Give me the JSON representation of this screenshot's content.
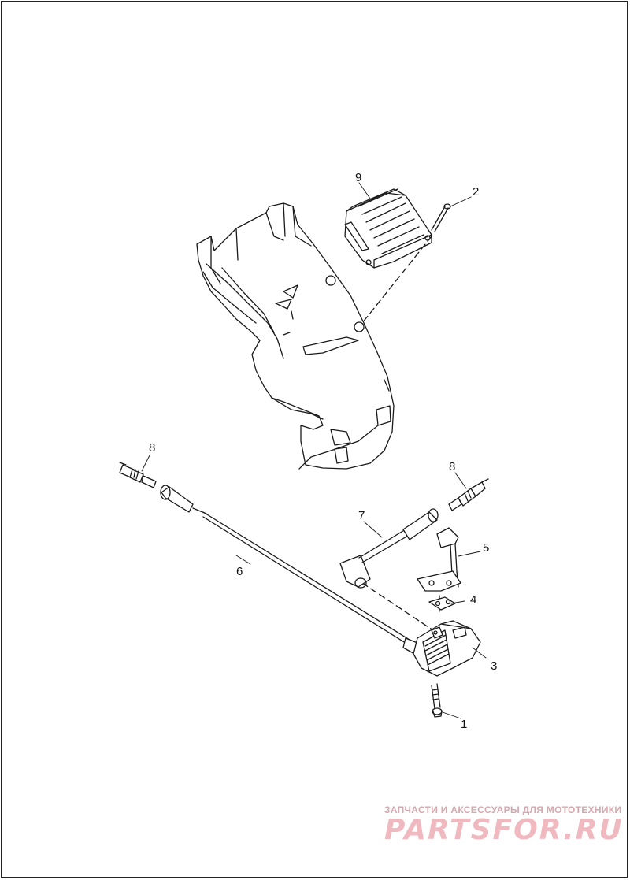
{
  "callouts": [
    {
      "id": "callout-1",
      "label": "1"
    },
    {
      "id": "callout-2",
      "label": "2"
    },
    {
      "id": "callout-3",
      "label": "3"
    },
    {
      "id": "callout-4",
      "label": "4"
    },
    {
      "id": "callout-5",
      "label": "5"
    },
    {
      "id": "callout-6",
      "label": "6"
    },
    {
      "id": "callout-7",
      "label": "7"
    },
    {
      "id": "callout-8a",
      "label": "8"
    },
    {
      "id": "callout-8b",
      "label": "8"
    },
    {
      "id": "callout-9",
      "label": "9"
    }
  ],
  "watermark": {
    "subtitle": "ЗАПЧАСТИ И АКСЕССУАРЫ ДЛЯ МОТОТЕХНИКИ",
    "logo": "PARTSFOR.RU"
  },
  "colors": {
    "line": "#1a1a1a",
    "watermark": "#f0b9bf"
  }
}
